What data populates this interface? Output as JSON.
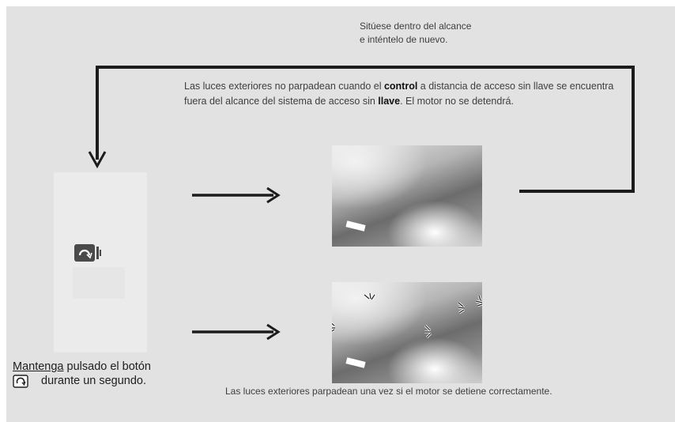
{
  "texts": {
    "situese_line1": "Sitúese dentro del alcance",
    "situese_line2": "e inténtelo de nuevo.",
    "outside_part1": "Las luces exteriores no parpadean cuando el ",
    "outside_bold1": "control",
    "outside_part2": " a distancia de acceso sin llave se encuentra fuera del alcance del sistema de acceso sin ",
    "outside_bold2": "llave",
    "outside_part3": ". El motor no se detendrá.",
    "hold_underlined": "Mantenga",
    "hold_rest": " pulsado el botón",
    "hold_line2": "durante un segundo.",
    "blink_once": "Las luces exteriores parpadean una vez si el motor se detiene correctamente."
  },
  "colors": {
    "panel_background": "#e2e2e2",
    "arrow": "#1c1c1c"
  },
  "icons": {
    "fob_button": "power-button-icon",
    "inline_button": "power-button-icon",
    "light_flash": "flash-icon"
  }
}
